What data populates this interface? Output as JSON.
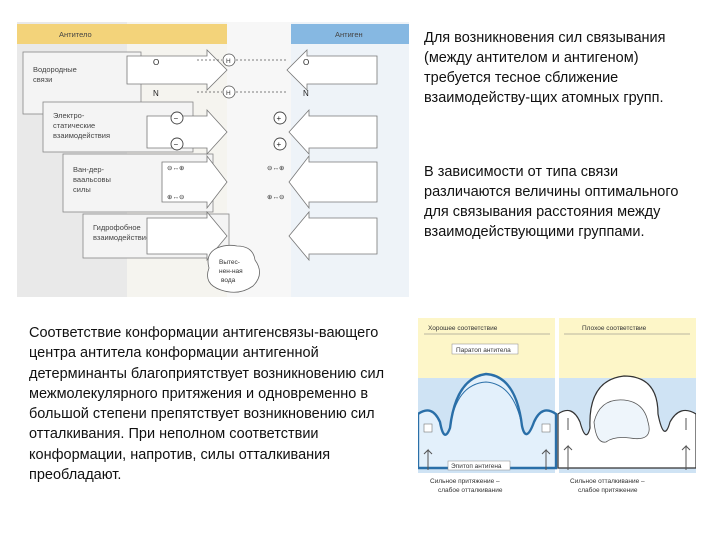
{
  "top_diagram": {
    "header_left": "Антитело",
    "header_right": "Антиген",
    "rows": {
      "hydrogen": "Водородные связи",
      "electrostatic": "Электро-статические взаимодействия",
      "vdw": "Ван-дер-ваальсовы силы",
      "hydrophobic": "Гидрофобное взаимодействие"
    },
    "atoms": {
      "o": "O",
      "n": "N",
      "h": "H"
    },
    "charges": {
      "minus": "−",
      "plus": "+",
      "arrows": "↔"
    },
    "displaced_water": "Вытес-нен-ная вода"
  },
  "text_top_right": "Для возникновения сил связывания (между антителом и антигеном) требуется тесное сближение взаимодейству-щих атомных групп.",
  "text_mid_right": "В зависимости от типа связи различаются величины оптимального для связывания расстояния между взаимодействующими группами.",
  "text_bottom_left": "Соответствие конформации антигенсвязы-вающего центра антитела конформации антигенной детерминанты благоприятствует возникновению сил межмолекулярного притяжения и одновременно в большой степени препятствует возникновению сил отталкивания. При неполном соответствии конформации, напротив, силы отталкивания преобладают.",
  "bottom_diagram": {
    "good_title": "Хорошее соответствие",
    "bad_title": "Плохое соответствие",
    "paratope": "Паратоп антитела",
    "epitope": "Эпитоп антигена",
    "good_caption": "Сильное притяжение – слабое отталкивание",
    "bad_caption": "Сильное отталкивание – слабое притяжение"
  }
}
